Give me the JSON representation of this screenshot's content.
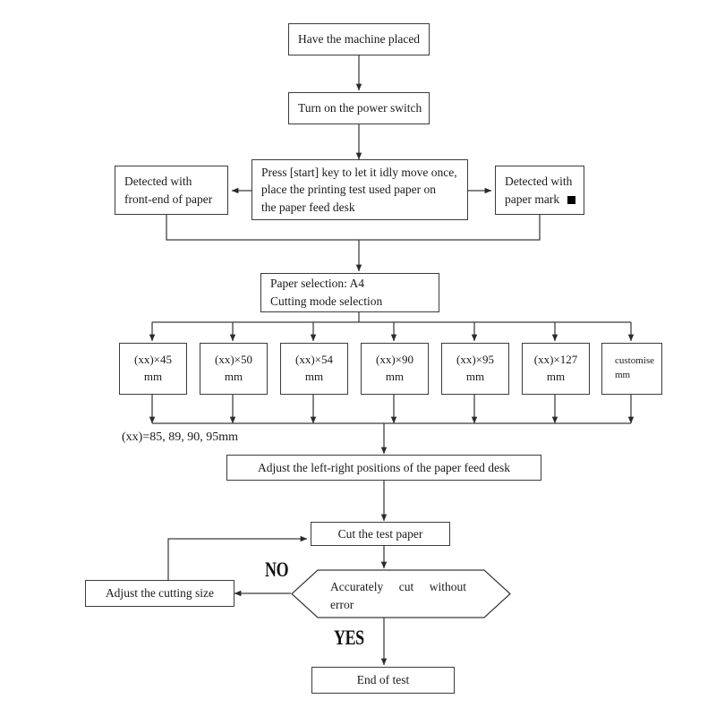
{
  "diagram": {
    "title": "Printer cutting test flowchart",
    "line_color": "#3b3b3b",
    "text_color": "#1a1a1a",
    "background": "#ffffff"
  },
  "nodes": {
    "start": {
      "label": "Have the machine placed"
    },
    "power": {
      "label": "Turn on the power switch"
    },
    "press_start": {
      "line1": "Press [start] key to let it idly move once,",
      "line2": "place the printing test used paper on",
      "line3": "the paper feed desk"
    },
    "detect_front": {
      "line1": "Detected with",
      "line2": "front-end of paper"
    },
    "detect_mark": {
      "line1": "Detected with",
      "line2": "paper mark",
      "mark_icon": "black-square"
    },
    "paper_selection": {
      "line1": "Paper selection: A4",
      "line2": "Cutting mode selection"
    },
    "adjust_positions": {
      "label": "Adjust the left-right positions of the paper  feed desk"
    },
    "cut_test": {
      "label": "Cut the test paper"
    },
    "decision": {
      "line1_left": "Accurately",
      "line1_mid": "cut",
      "line1_right": "without",
      "line2": "error"
    },
    "adjust_size": {
      "label": "Adjust the cutting size"
    },
    "end": {
      "label": "End of test"
    }
  },
  "cutting_modes": [
    {
      "size": "(xx)×45",
      "unit": "mm"
    },
    {
      "size": "(xx)×50",
      "unit": "mm"
    },
    {
      "size": "(xx)×54",
      "unit": "mm"
    },
    {
      "size": "(xx)×90",
      "unit": "mm"
    },
    {
      "size": "(xx)×95",
      "unit": "mm"
    },
    {
      "size": "(xx)×127",
      "unit": "mm"
    },
    {
      "size": "customise",
      "unit": "mm"
    }
  ],
  "annotations": {
    "xx_note": "(xx)=85, 89, 90, 95mm",
    "branch_no": "NO",
    "branch_yes": "YES"
  }
}
